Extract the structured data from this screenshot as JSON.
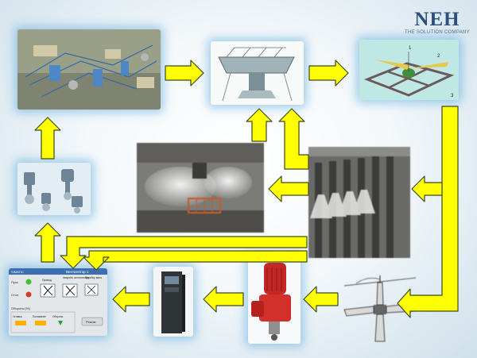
{
  "logo": {
    "mark": "NEH",
    "tagline": "THE SOLUTION COMPANY"
  },
  "fan_diagram_labels": [
    "1",
    "2",
    "3"
  ],
  "hmi": {
    "title": "Вентилятор 1",
    "brand": "SIMATIC",
    "status_start": "Пуск",
    "status_stop": "Стоп",
    "col_labels": [
      "Привод",
      "Аварийн. вентилятора",
      "Перебор вала"
    ],
    "rpm_label": "Обороты [%]",
    "setting_labels": [
      "Уставка",
      "Положение",
      "Обороты"
    ],
    "button_label": "Режим"
  },
  "colors": {
    "arrow_fill": "#ffff00",
    "arrow_stroke": "#3a4a1e",
    "glow": "#5aaadc",
    "logo_blue": "#2b4f7e"
  }
}
